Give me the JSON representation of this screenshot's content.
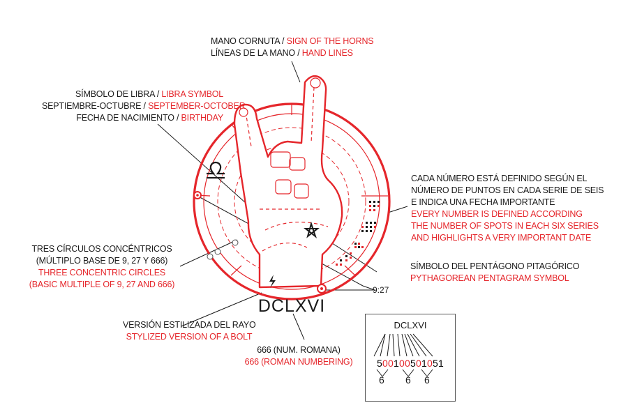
{
  "labels": {
    "horns": {
      "line1_black": "MANO CORNUTA / ",
      "line1_red": "SIGN OF THE HORNS",
      "line2_black": "LÍNEAS DE LA MANO / ",
      "line2_red": "HAND LINES"
    },
    "libra": {
      "line1_black": "SÍMBOLO DE LIBRA / ",
      "line1_red": "LIBRA SYMBOL",
      "line2_black": "SEPTIEMBRE-OCTUBRE / ",
      "line2_red": "SEPTEMBER-OCTOBER",
      "line3_black": "FECHA DE NACIMIENTO / ",
      "line3_red": "BIRTHDAY"
    },
    "numbers": {
      "es1": "CADA NÚMERO ESTÁ DEFINIDO SEGÚN EL",
      "es2": "NÚMERO DE PUNTOS EN CADA SERIE DE SEIS",
      "es3": "E INDICA UNA FECHA IMPORTANTE",
      "en1": "EVERY NUMBER IS DEFINED ACCORDING",
      "en2": "THE NUMBER OF SPOTS IN EACH SIX SERIES",
      "en3": "AND HIGHLIGHTS A VERY IMPORTANT DATE"
    },
    "circles": {
      "es1": "TRES CÍRCULOS CONCÉNTRICOS",
      "es2": "(MÚLTIPLO BASE DE 9, 27 Y 666)",
      "en1": "THREE CONCENTRIC CIRCLES",
      "en2": "(BASIC MULTIPLE OF 9, 27 AND 666)"
    },
    "pentagon": {
      "es": "SÍMBOLO DEL PENTÁGONO PITAGÓRICO",
      "en": "PYTHAGOREAN PENTAGRAM SYMBOL"
    },
    "bolt": {
      "es": "VERSIÓN ESTILIZADA DEL RAYO",
      "en": "STYLIZED VERSION OF A BOLT"
    },
    "roman": {
      "es": "666 (NUM. ROMANA)",
      "en": "666 (ROMAN NUMBERING)"
    },
    "time": "9:27"
  },
  "emblem": {
    "numeral": "DCLXVI"
  },
  "breakdown": {
    "numeral": "DCLXVI",
    "digits": [
      {
        "d": "5",
        "red": false
      },
      {
        "d": "0",
        "red": true
      },
      {
        "d": "0",
        "red": true
      },
      {
        "d": "1",
        "red": false
      },
      {
        "d": "0",
        "red": true
      },
      {
        "d": "0",
        "red": true
      },
      {
        "d": "5",
        "red": false
      },
      {
        "d": "0",
        "red": true
      },
      {
        "d": "1",
        "red": false
      },
      {
        "d": "0",
        "red": true
      },
      {
        "d": "5",
        "red": false
      },
      {
        "d": "1",
        "red": false
      }
    ],
    "sums": [
      "6",
      "6",
      "6"
    ]
  },
  "colors": {
    "accent": "#e5262b",
    "ink": "#1a1a1a"
  },
  "icons": [
    "libra-icon",
    "pentagram-icon",
    "bolt-icon",
    "dice-dots-icon",
    "horns-hand-icon"
  ]
}
